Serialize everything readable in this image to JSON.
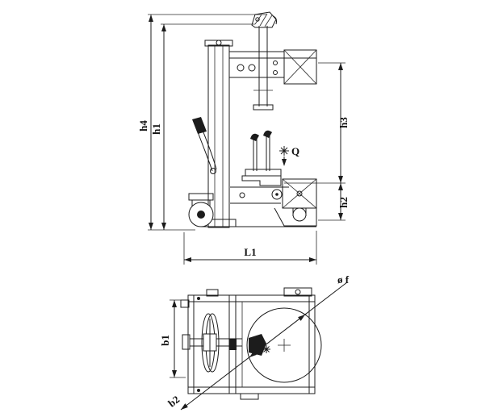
{
  "drawing": {
    "colors": {
      "line": "#1c1c1c",
      "background": "#ffffff"
    },
    "side_view": {
      "labels": {
        "h4": "h4",
        "h1": "h1",
        "h3": "h3",
        "h2": "h2",
        "L1": "L1",
        "Q": "Q"
      }
    },
    "plan_view": {
      "labels": {
        "b1": "b1",
        "b2": "b2",
        "diameter": "ø f"
      }
    }
  }
}
